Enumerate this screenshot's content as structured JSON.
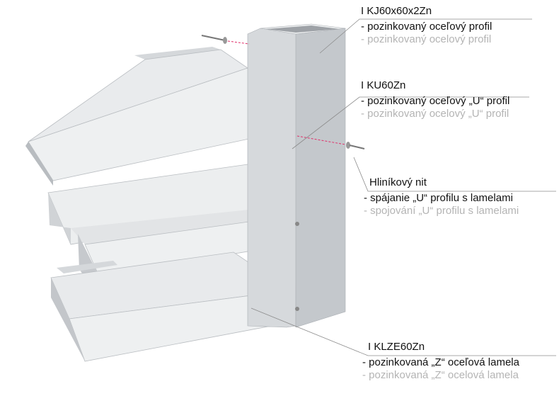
{
  "callouts": [
    {
      "code": "I KJ60x60x2Zn",
      "sk": "- pozinkovaný oceľový profil",
      "cz": "- pozinkovaný ocelový profil"
    },
    {
      "code": "I KU60Zn",
      "sk": "- pozinkovaný oceľový „U“ profil",
      "cz": "- pozinkovaný ocelový „U“ profil"
    },
    {
      "code": "Hliníkový nit",
      "sk": "- spájanie „U“ profilu s lamelami",
      "cz": "- spojování „U“ profilu s lamelami"
    },
    {
      "code": "I KLZE60Zn",
      "sk": "- pozinkovaná „Z“ oceľová lamela",
      "cz": "- pozinkovaná „Z“ ocelová lamela"
    }
  ],
  "colors": {
    "metal_light": "#e6e8ea",
    "metal_mid": "#c9ccd0",
    "metal_dark": "#a9adb2",
    "leader": "#8c8c8c",
    "rivet_line": "#e0306a"
  }
}
